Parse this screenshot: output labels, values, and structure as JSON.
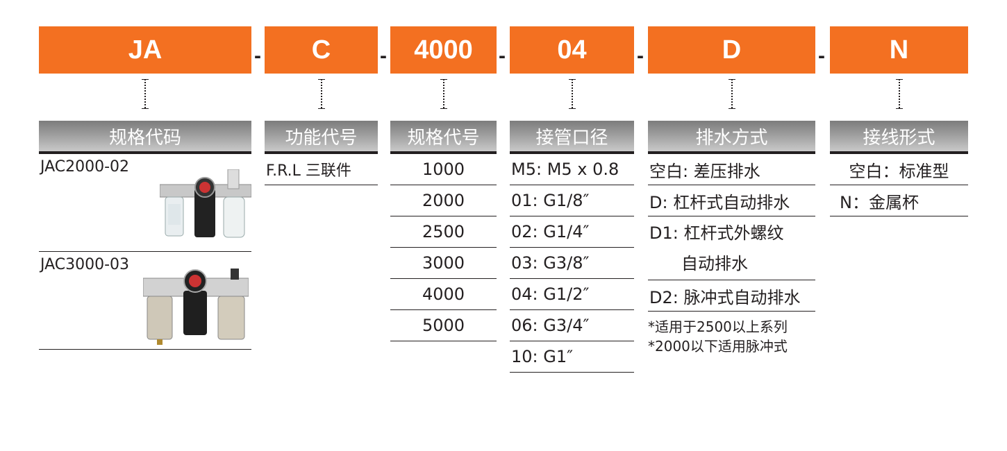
{
  "codes": [
    "JA",
    "C",
    "4000",
    "04",
    "D",
    "N"
  ],
  "separator": "-",
  "headers": [
    "规格代码",
    "功能代号",
    "规格代号",
    "接管口径",
    "排水方式",
    "接线形式"
  ],
  "models": [
    {
      "label": "JAC2000-02"
    },
    {
      "label": "JAC3000-03"
    }
  ],
  "function_items": [
    "F.R.L 三联件"
  ],
  "size_items": [
    "1000",
    "2000",
    "2500",
    "3000",
    "4000",
    "5000"
  ],
  "port_items": [
    "M5: M5 x 0.8",
    "01: G1/8″",
    "02: G1/4″",
    "03: G3/8″",
    "04: G1/2″",
    "06: G3/4″",
    "10: G1″"
  ],
  "drain_items": [
    "空白: 差压排水",
    "D: 杠杆式自动排水",
    "D1: 杠杆式外螺纹",
    "自动排水",
    "D2: 脉冲式自动排水"
  ],
  "drain_notes": [
    "*适用于2500以上系列",
    "*2000以下适用脉冲式"
  ],
  "connection_items": [
    "空白：标准型",
    "N：金属杯"
  ],
  "colors": {
    "accent": "#f37021",
    "header_gray": "#9d9d9d",
    "text": "#231f20"
  }
}
